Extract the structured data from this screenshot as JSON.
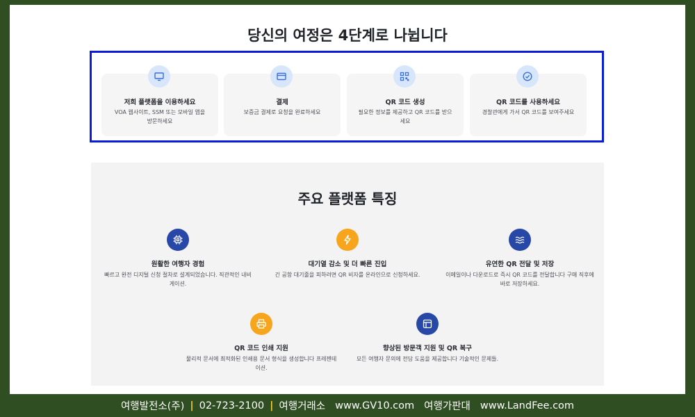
{
  "journey": {
    "title": "당신의 여정은 4단계로 나뉩니다",
    "steps": [
      {
        "icon": "monitor-icon",
        "title": "저희 플랫폼을 이용하세요",
        "desc": "VOA 웹사이트, SSM 또는 모바일 앱을 방문하세요"
      },
      {
        "icon": "card-icon",
        "title": "결제",
        "desc": "보증금 결제로 요청을 완료하세요"
      },
      {
        "icon": "qr-icon",
        "title": "QR 코드 생성",
        "desc": "필요한 정보를 제공하고 QR 코드를 받으세요"
      },
      {
        "icon": "check-circle-icon",
        "title": "QR 코드를 사용하세요",
        "desc": "경찰관에게 가서 QR 코드를 보여주세요"
      }
    ]
  },
  "features": {
    "title": "주요 플랫폼 특징",
    "items": [
      {
        "icon": "chip-icon",
        "color": "#2848a8",
        "title": "원활한 여행자 경험",
        "desc": "빠르고 완전 디지털 신청 절차로 설계되었습니다. 직관적인 내비게이션."
      },
      {
        "icon": "lightning-icon",
        "color": "#f6a51c",
        "title": "대기열 감소 및 더 빠른 진입",
        "desc": "긴 공항 대기줄을 피하려면 QR 비자를 온라인으로 신청하세요."
      },
      {
        "icon": "waves-icon",
        "color": "#2848a8",
        "title": "유연한 QR 전달 및 저장",
        "desc": "이메일이나 다운로드로 즉시 QR 코드를 전달합니다 구매 직후에 바로 저장하세요."
      },
      {
        "icon": "printer-icon",
        "color": "#f6a51c",
        "title": "QR 코드 인쇄 지원",
        "desc": "물리적 문서에 최적화된 인쇄용 문서 형식을 생성합니다 프레젠테이션."
      },
      {
        "icon": "layout-icon",
        "color": "#2848a8",
        "title": "향상된 방문객 지원 및 QR 복구",
        "desc": "모든 여행자 문의에 전담 도움을 제공합니다 기술적인 문제들."
      }
    ]
  },
  "footer": {
    "company": "여행발전소(주)",
    "phone": "02-723-2100",
    "exchange_label": "여행거래소",
    "exchange_url": "www.GV10.com",
    "board_label": "여행가판대",
    "board_url": "www.LandFee.com"
  },
  "colors": {
    "frame_bg": "#2f4f23",
    "highlight_border": "#0a1bd9",
    "accent_blue": "#2848a8",
    "accent_orange": "#f6a51c",
    "footer_separator": "#f1d03a"
  }
}
